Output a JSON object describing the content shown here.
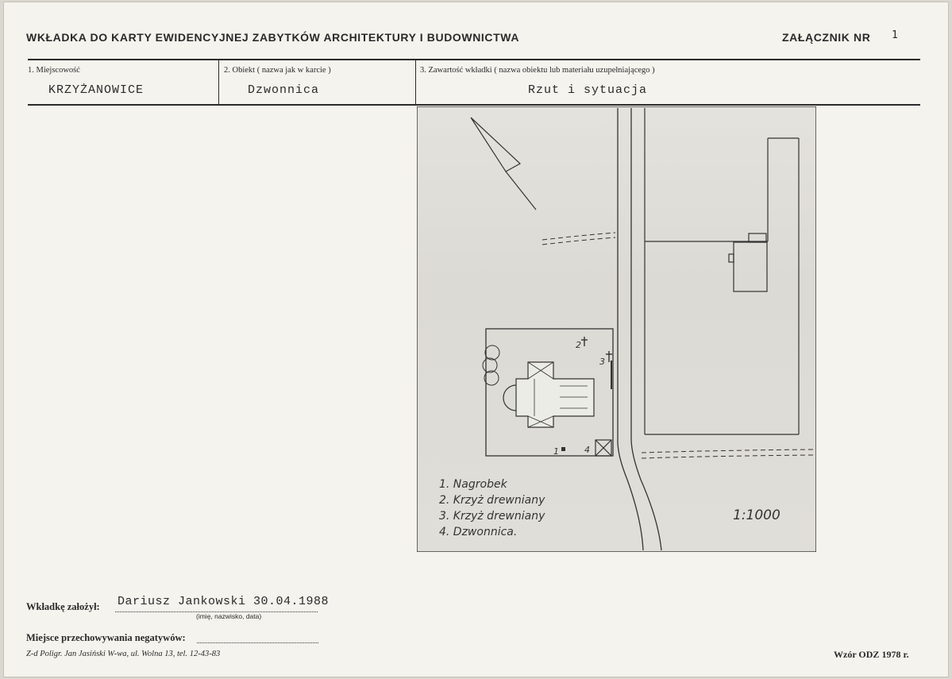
{
  "header": {
    "title": "WKŁADKA DO KARTY EWIDENCYJNEJ ZABYTKÓW ARCHITEKTURY I BUDOWNICTWA",
    "attachment_label": "ZAŁĄCZNIK NR",
    "attachment_number": "1"
  },
  "fields": {
    "locality": {
      "label": "1. Miejscowość",
      "value": "KRZYŻANOWICE"
    },
    "object": {
      "label": "2. Obiekt ( nazwa jak w karcie )",
      "value": "Dzwonnica"
    },
    "contents": {
      "label": "3. Zawartość wkładki ( nazwa obiektu lub materiału uzupełniającego )",
      "value": "Rzut i sytuacja"
    }
  },
  "plan": {
    "legend": [
      "1. Nagrobek",
      "2. Krzyż drewniany",
      "3. Krzyż drewniany",
      "4. Dzwonnica."
    ],
    "scale": "1:1000",
    "markers": [
      "1",
      "2",
      "3",
      "4"
    ]
  },
  "footer": {
    "created_by_label": "Wkładkę założył:",
    "created_by_value": "Dariusz Jankowski  30.04.1988",
    "created_by_hint": "(imię, nazwisko, data)",
    "negatives_label": "Miejsce przechowywania negatywów:",
    "printer": "Z-d Poligr. Jan Jasiński W-wa, ul. Wolna 13, tel. 12-43-83",
    "template": "Wzór ODZ 1978 r."
  }
}
